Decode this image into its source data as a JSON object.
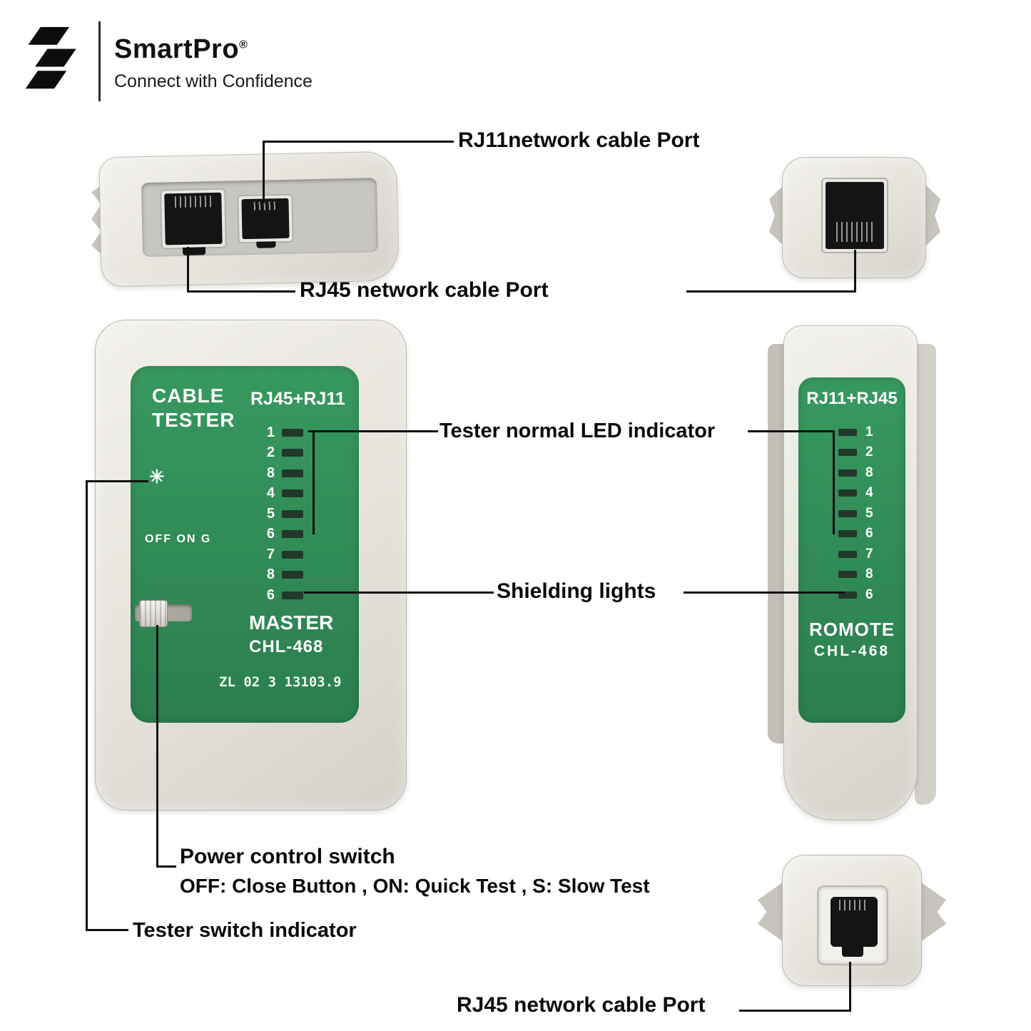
{
  "brand": {
    "name": "SmartPro",
    "registered_mark": "®",
    "tagline": "Connect with Confidence"
  },
  "callouts": {
    "rj11_port": "RJ11network cable Port",
    "rj45_port_top": "RJ45 network cable Port",
    "led_indicator": "Tester normal LED indicator",
    "shielding_lights": "Shielding lights",
    "power_switch_title": "Power control switch",
    "power_switch_detail": "OFF: Close Button , ON: Quick Test , S: Slow Test",
    "tester_switch_indicator": "Tester switch indicator",
    "rj45_port_bottom": "RJ45 network cable Port"
  },
  "master_unit": {
    "title_line1": "CABLE",
    "title_line2": "TESTER",
    "port_type_label": "RJ45+RJ11",
    "power_indicator_glyph": "✳",
    "switch_positions": "OFF ON G",
    "led_labels": [
      "1",
      "2",
      "8",
      "4",
      "5",
      "6",
      "7",
      "8",
      "6"
    ],
    "role_label": "MASTER",
    "model": "CHL-468",
    "serial": "ZL 02 3 13103.9"
  },
  "remote_unit": {
    "port_type_label": "RJ11+RJ45",
    "led_labels": [
      "1",
      "2",
      "8",
      "4",
      "5",
      "6",
      "7",
      "8",
      "6"
    ],
    "role_label": "ROMOTE",
    "model": "CHL-468"
  },
  "colors": {
    "panel_green": "#2f9058",
    "body_gray": "#e7e4de",
    "port_black": "#141414",
    "line_black": "#101010"
  }
}
